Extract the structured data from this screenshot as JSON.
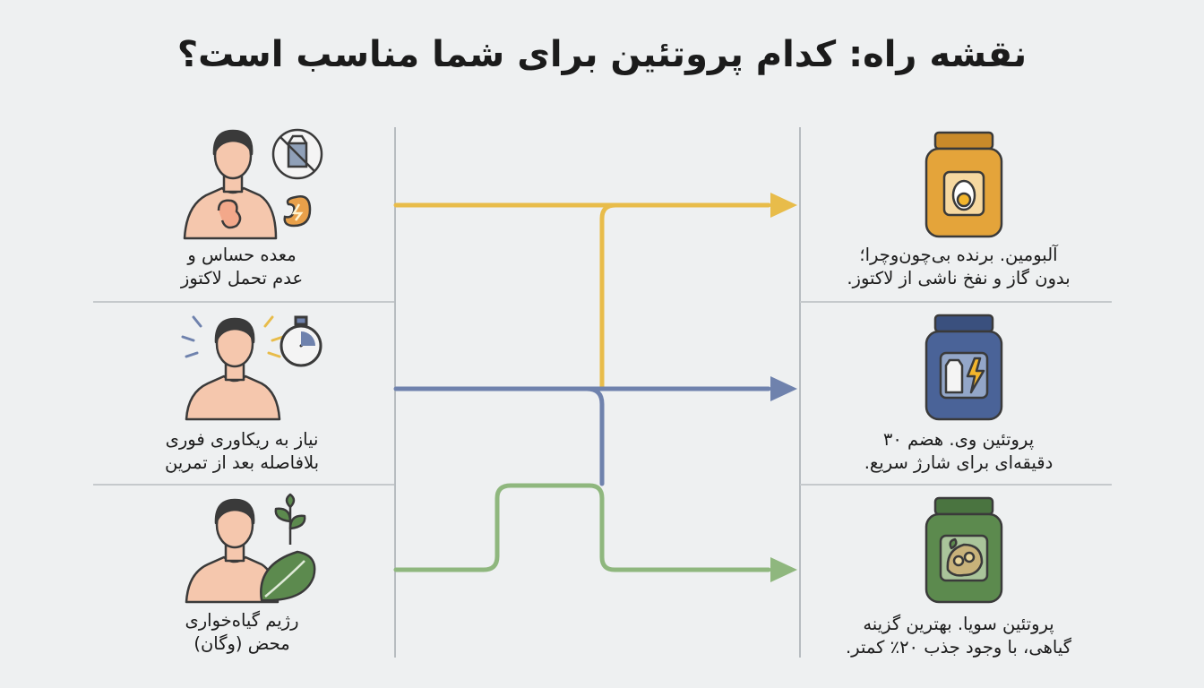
{
  "title": "نقشه راه: کدام پروتئین برای شما مناسب است؟",
  "needs": [
    {
      "line1": "معده حساس و",
      "line2": "عدم تحمل لاکتوز",
      "icon": "person-stomach-no-milk-icon"
    },
    {
      "line1": "نیاز به ریکاوری فوری",
      "line2": "بلافاصله بعد از تمرین",
      "icon": "person-stopwatch-icon"
    },
    {
      "line1": "رژیم گیاه‌خواری",
      "line2": "محض (وگان)",
      "icon": "person-leaf-icon"
    }
  ],
  "proteins": [
    {
      "line1": "آلبومین. برنده بی‌چون‌وچرا؛",
      "line2": "بدون گاز و نفخ ناشی از لاکتوز.",
      "icon": "albumin-jar-egg-icon",
      "color": "#e4a43a"
    },
    {
      "line1": "پروتئین وی. هضم ۳۰",
      "line2": "دقیقه‌ای برای شارژ سریع.",
      "icon": "whey-jar-milk-lightning-icon",
      "color": "#4a6398"
    },
    {
      "line1": "پروتئین سویا. بهترین گزینه",
      "line2": "گیاهی، با وجود جذب ۲۰٪ کمتر.",
      "icon": "soy-jar-bean-icon",
      "color": "#5c8a4e"
    }
  ],
  "connection_colors": {
    "yellow": "#e8bc4a",
    "blue": "#6f82ad",
    "green": "#8fb77e"
  }
}
